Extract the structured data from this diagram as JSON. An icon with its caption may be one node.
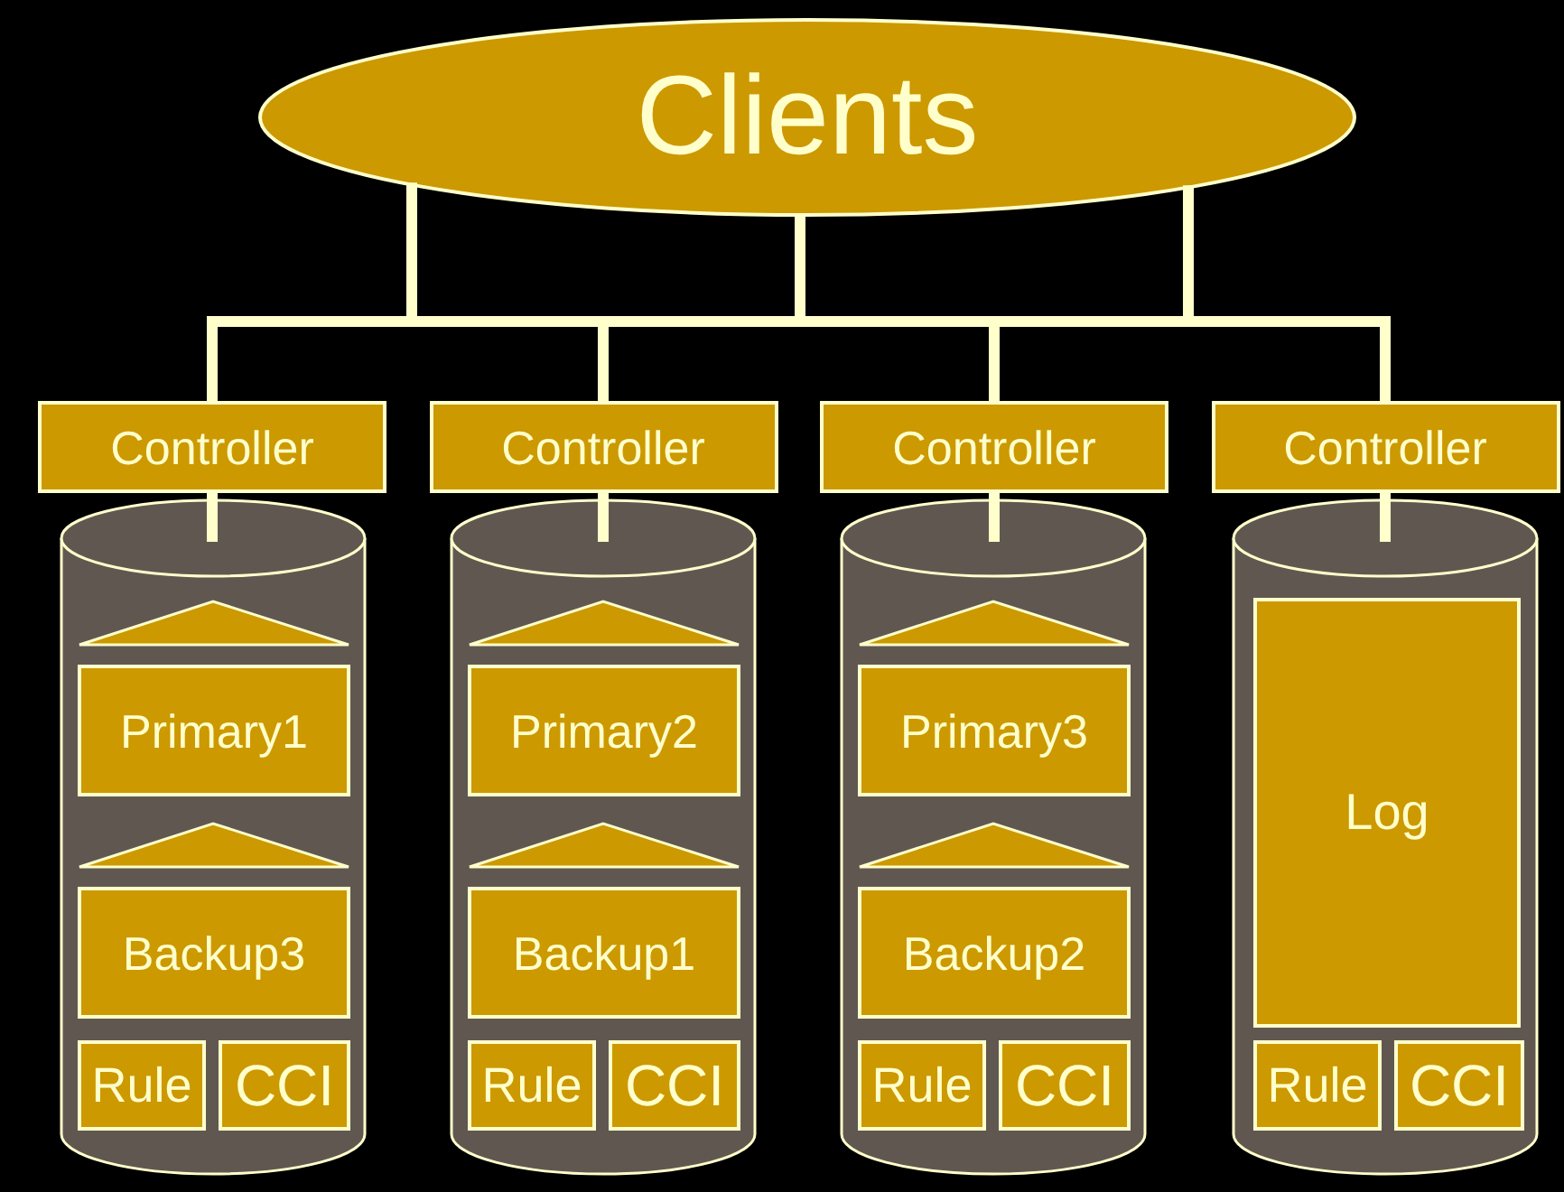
{
  "diagram": {
    "nodes": [
      {
        "text": [
          "Clients"
        ]
      },
      {
        "text": [
          "Controller"
        ]
      },
      {
        "text": [
          "Controller"
        ]
      },
      {
        "text": [
          "Controller"
        ]
      },
      {
        "text": [
          "Controller"
        ]
      },
      {
        "text": [],
        "shape": "cylinder"
      },
      {
        "text": [
          "Primary1"
        ],
        "in": 5
      },
      {
        "text": [
          "Backup3"
        ],
        "in": 5
      },
      {
        "text": [
          "Rule"
        ],
        "in": 5
      },
      {
        "text": [
          "CCI"
        ],
        "in": 5
      },
      {
        "text": [],
        "shape": "cylinder"
      },
      {
        "text": [
          "Primary2"
        ],
        "in": 10
      },
      {
        "text": [
          "Backup1"
        ],
        "in": 10
      },
      {
        "text": [
          "Rule"
        ],
        "in": 10
      },
      {
        "text": [
          "CCI"
        ],
        "in": 10
      },
      {
        "text": [],
        "shape": "cylinder"
      },
      {
        "text": [
          "Primary3"
        ],
        "in": 15
      },
      {
        "text": [
          "Backup2"
        ],
        "in": 15
      },
      {
        "text": [
          "Rule"
        ],
        "in": 15
      },
      {
        "text": [
          "CCI"
        ],
        "in": 15
      },
      {
        "text": [],
        "shape": "cylinder"
      },
      {
        "text": [
          "Log"
        ],
        "in": 20
      },
      {
        "text": [
          "Rule"
        ],
        "in": 20
      },
      {
        "text": [
          "CCI"
        ],
        "in": 20
      }
    ],
    "edges": [
      {
        "from": 0,
        "to": 1,
        "arrow": "none"
      },
      {
        "from": 0,
        "to": 2,
        "arrow": "none"
      },
      {
        "from": 0,
        "to": 3,
        "arrow": "none"
      },
      {
        "from": 0,
        "to": 4,
        "arrow": "none"
      },
      {
        "from": 1,
        "to": 5,
        "arrow": "none"
      },
      {
        "from": 2,
        "to": 10,
        "arrow": "none"
      },
      {
        "from": 3,
        "to": 15,
        "arrow": "none"
      },
      {
        "from": 4,
        "to": 20,
        "arrow": "none"
      }
    ]
  }
}
